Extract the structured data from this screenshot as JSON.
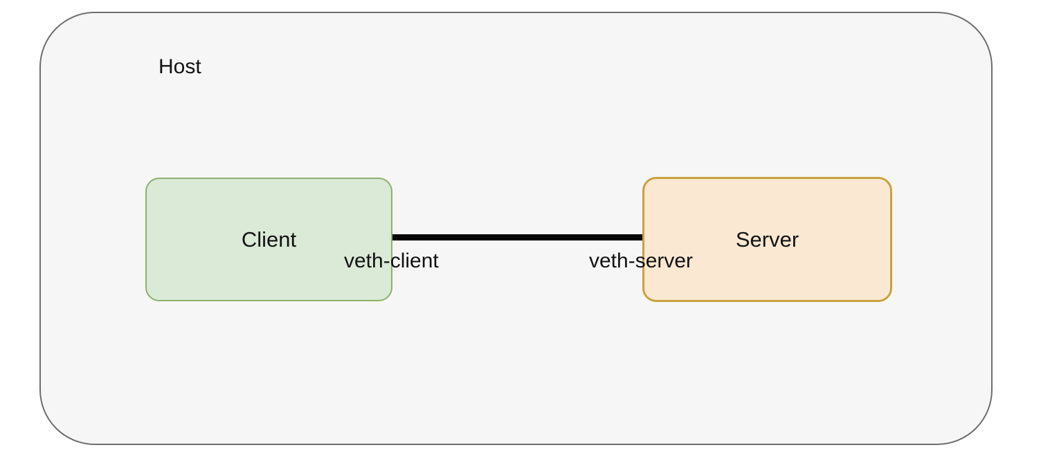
{
  "diagram": {
    "type": "network-topology",
    "container": {
      "label": "Host",
      "fill": "#f5f6f5",
      "stroke": "#6e6e6e"
    },
    "nodes": {
      "client": {
        "label": "Client",
        "fill": "#dbe9d7",
        "stroke": "#8cb06e"
      },
      "server": {
        "label": "Server",
        "fill": "#fae8d2",
        "stroke": "#c9a23e"
      }
    },
    "link": {
      "from": "Client",
      "to": "Server",
      "color": "#070707",
      "client_endpoint_label": "veth-client",
      "server_endpoint_label": "veth-server"
    }
  }
}
